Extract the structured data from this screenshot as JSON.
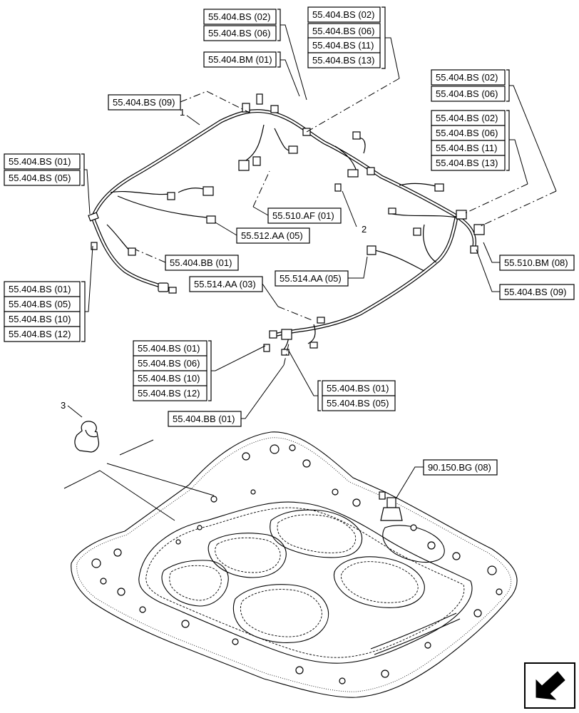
{
  "references": {
    "bs02_top1": "55.404.BS (02)",
    "bs06_top1": "55.404.BS (06)",
    "bm01_top": "55.404.BM (01)",
    "bs09_left": "55.404.BS (09)",
    "bs02_top2": "55.404.BS (02)",
    "bs06_top2": "55.404.BS (06)",
    "bs11_top2": "55.404.BS (11)",
    "bs13_top2": "55.404.BS (13)",
    "bs02_right1": "55.404.BS (02)",
    "bs06_right1": "55.404.BS (06)",
    "bs02_right2": "55.404.BS (02)",
    "bs06_right2": "55.404.BS (06)",
    "bs11_right2": "55.404.BS (11)",
    "bs13_right2": "55.404.BS (13)",
    "bs01_left1": "55.404.BS (01)",
    "bs05_left1": "55.404.BS (05)",
    "af01": "55.510.AF (01)",
    "aa05_512": "55.512.AA (05)",
    "bb01_left": "55.404.BB (01)",
    "bm08": "55.510.BM (08)",
    "aa05_514": "55.514.AA (05)",
    "aa03_514": "55.514.AA (03)",
    "bs09_right": "55.404.BS (09)",
    "bs01_left2": "55.404.BS (01)",
    "bs05_left2": "55.404.BS (05)",
    "bs10_left2": "55.404.BS (10)",
    "bs12_left2": "55.404.BS (12)",
    "bs01_mid": "55.404.BS (01)",
    "bs06_mid": "55.404.BS (06)",
    "bs10_mid": "55.404.BS (10)",
    "bs12_mid": "55.404.BS (12)",
    "bs01_low": "55.404.BS (01)",
    "bs05_low": "55.404.BS (05)",
    "bb01_bottom": "55.404.BB (01)",
    "bg08": "90.150.BG (08)"
  },
  "callouts": {
    "item1": "1",
    "item2": "2",
    "item3": "3"
  },
  "icons": {
    "nav": "arrow-navigation-icon"
  }
}
